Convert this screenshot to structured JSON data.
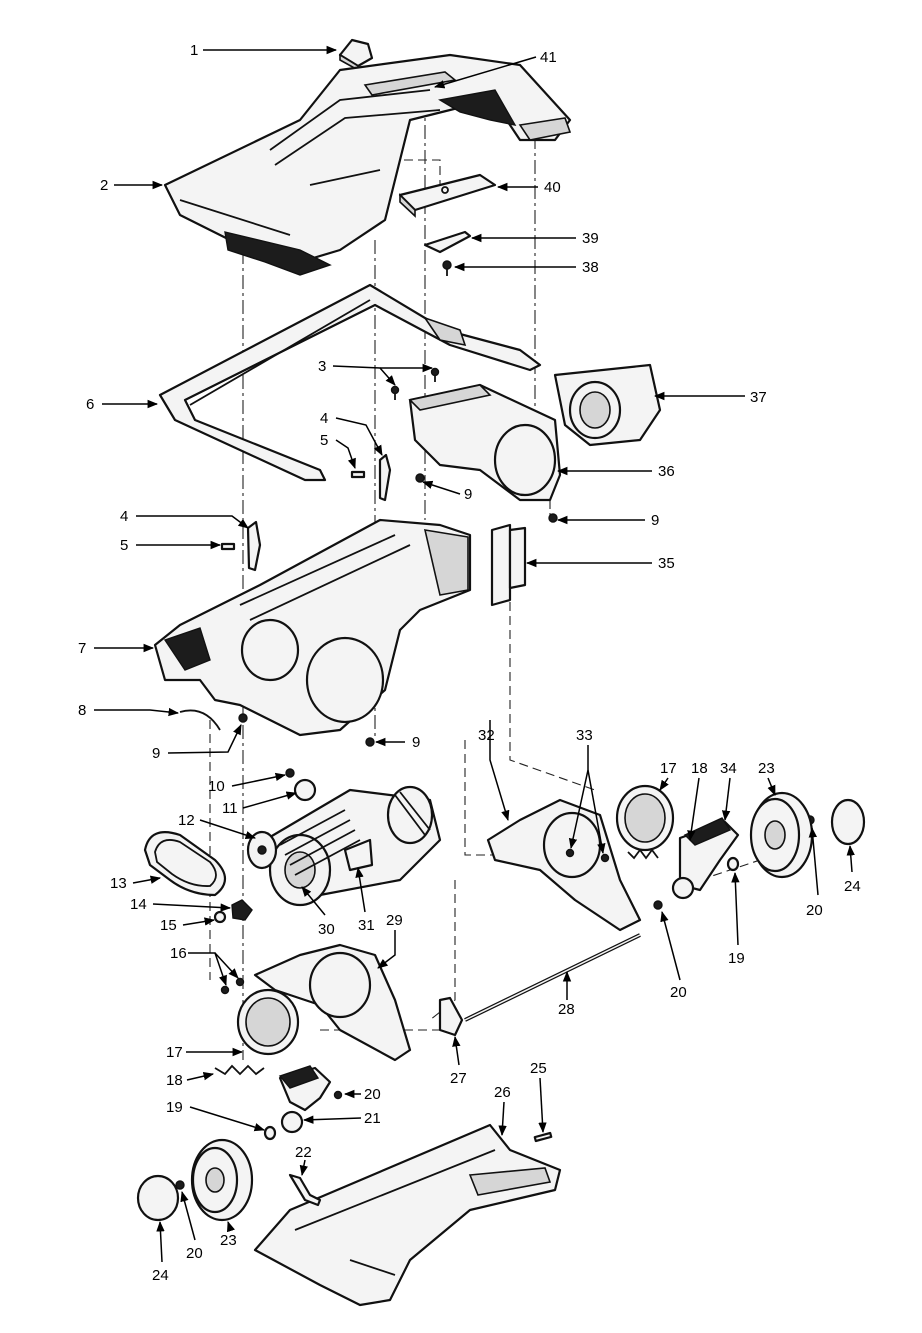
{
  "callouts": {
    "c1": "1",
    "c2": "2",
    "c3": "3",
    "c4a": "4",
    "c4b": "4",
    "c5a": "5",
    "c5b": "5",
    "c6": "6",
    "c7": "7",
    "c8": "8",
    "c9a": "9",
    "c9b": "9",
    "c9c": "9",
    "c9d": "9",
    "c10": "10",
    "c11": "11",
    "c12": "12",
    "c13": "13",
    "c14": "14",
    "c15": "15",
    "c16": "16",
    "c17a": "17",
    "c17b": "17",
    "c18a": "18",
    "c18b": "18",
    "c19a": "19",
    "c19b": "19",
    "c20a": "20",
    "c20b": "20",
    "c20c": "20",
    "c20d": "20",
    "c21": "21",
    "c22": "22",
    "c23a": "23",
    "c23b": "23",
    "c24a": "24",
    "c24b": "24",
    "c25": "25",
    "c26": "26",
    "c27": "27",
    "c28": "28",
    "c29": "29",
    "c30": "30",
    "c31": "31",
    "c32": "32",
    "c33": "33",
    "c34": "34",
    "c35": "35",
    "c36": "36",
    "c37": "37",
    "c38": "38",
    "c39": "39",
    "c40": "40",
    "c41": "41"
  }
}
